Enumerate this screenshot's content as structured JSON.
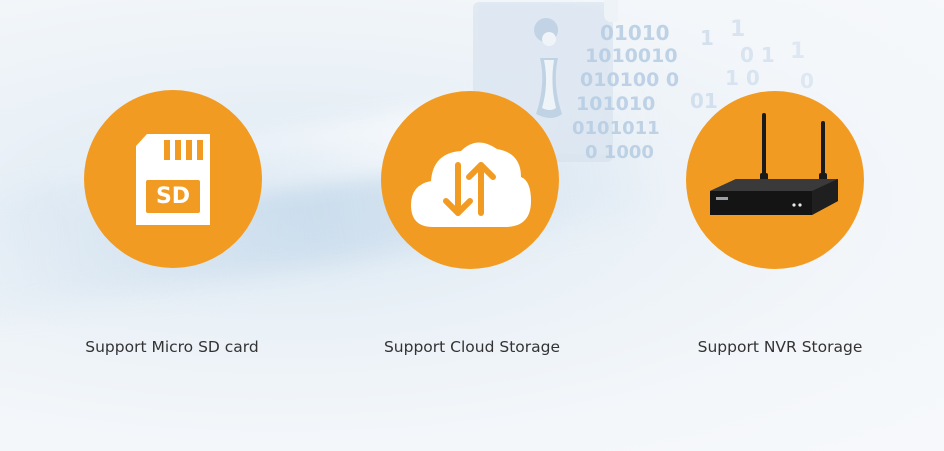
{
  "features": [
    {
      "label": "Support Micro SD card",
      "icon": "sd-card-icon",
      "icon_text": "SD"
    },
    {
      "label": "Support Cloud Storage",
      "icon": "cloud-sync-icon"
    },
    {
      "label": "Support NVR Storage",
      "icon": "nvr-recorder-image"
    }
  ],
  "colors": {
    "accent": "#f29b22",
    "text": "#333333",
    "background": "#f1f5f9"
  }
}
